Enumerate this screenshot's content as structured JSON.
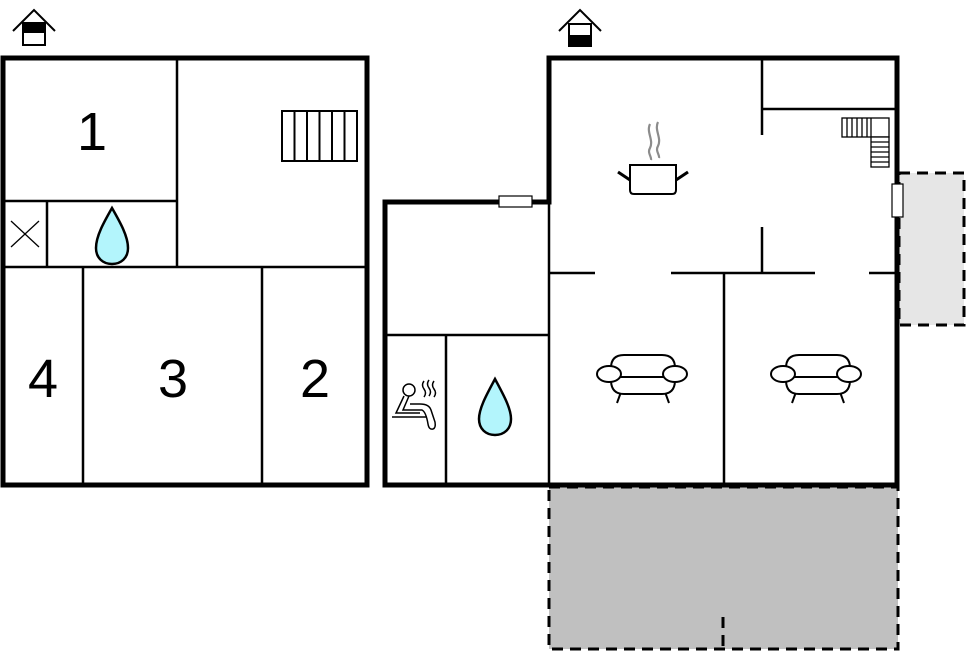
{
  "floorplan": {
    "upper_floor": {
      "indicator": "upper-floor-house-icon",
      "rooms": [
        {
          "id": "bedroom-1",
          "label": "1",
          "type": "bedroom"
        },
        {
          "id": "bedroom-2",
          "label": "2",
          "type": "bedroom"
        },
        {
          "id": "bedroom-3",
          "label": "3",
          "type": "bedroom"
        },
        {
          "id": "bedroom-4",
          "label": "4",
          "type": "bedroom"
        },
        {
          "id": "bathroom-upper",
          "label": "",
          "type": "bathroom",
          "icon": "water-drop-icon"
        },
        {
          "id": "toilet-upper",
          "label": "",
          "type": "wc",
          "icon": "cross-icon"
        },
        {
          "id": "stair-hall-upper",
          "label": "",
          "type": "stairs",
          "icon": "staircase-icon"
        }
      ]
    },
    "ground_floor": {
      "indicator": "ground-floor-house-icon",
      "rooms": [
        {
          "id": "kitchen",
          "label": "",
          "type": "kitchen",
          "icon": "cooking-pot-icon"
        },
        {
          "id": "living-room-left",
          "label": "",
          "type": "living",
          "icon": "sofa-icon"
        },
        {
          "id": "living-room-right",
          "label": "",
          "type": "living",
          "icon": "sofa-icon"
        },
        {
          "id": "sauna",
          "label": "",
          "type": "sauna",
          "icon": "sauna-icon"
        },
        {
          "id": "bathroom-ground",
          "label": "",
          "type": "bathroom",
          "icon": "water-drop-icon"
        },
        {
          "id": "utility-room",
          "label": "",
          "type": "room"
        },
        {
          "id": "storage-room",
          "label": "",
          "type": "room"
        },
        {
          "id": "stair-hall-ground",
          "label": "",
          "type": "stairs",
          "icon": "staircase-icon"
        },
        {
          "id": "terrace-main",
          "label": "",
          "type": "terrace"
        },
        {
          "id": "terrace-side",
          "label": "",
          "type": "terrace"
        }
      ]
    },
    "colors": {
      "wall": "#000000",
      "water": "#b3f5fc",
      "terrace_main": "#c0c0c0",
      "terrace_side": "#e6e6e6",
      "steam": "#8c8c8c"
    }
  }
}
